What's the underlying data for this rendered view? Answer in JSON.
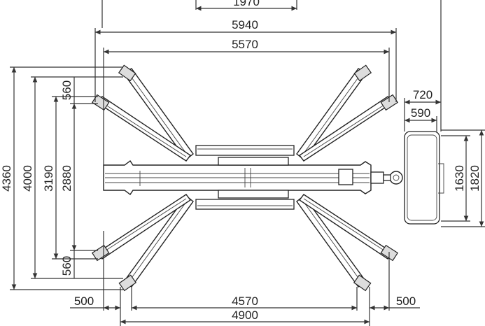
{
  "dimensions": {
    "top_partial": "1970",
    "overall_width": "5940",
    "outrigger_width": "5570",
    "basket_depth_outer": "720",
    "basket_depth_inner": "590",
    "basket_width_inner": "1630",
    "basket_width_outer": "1820",
    "height_total": "4360",
    "height_outer": "4000",
    "height_mid": "3190",
    "height_inner": "2880",
    "pad_top": "560",
    "pad_bottom": "560",
    "base_length": "4570",
    "base_total": "4900",
    "offset_left": "500",
    "offset_right": "500"
  },
  "colors": {
    "line": "#333333",
    "text": "#222222",
    "background": "#ffffff"
  }
}
